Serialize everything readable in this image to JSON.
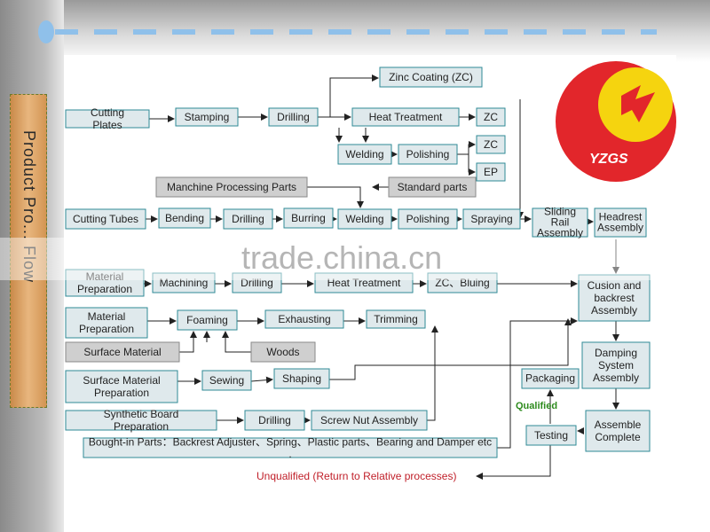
{
  "title": "Product Pro... Flow",
  "logo": {
    "text": "YZGS",
    "colors": {
      "outer": "#e2262b",
      "inner": "#f5d40f",
      "text": "#ffffff"
    }
  },
  "watermark": "trade.china.cn",
  "colors": {
    "node_fill": "#dfe9ec",
    "node_stroke": "#2f8a96",
    "grey_fill": "#cfcfcf",
    "unqualified": "#c0202a",
    "qualified": "#2e8b1e"
  },
  "nodes": [
    {
      "id": "zinc-coating",
      "label": "Zinc Coating (ZC)"
    },
    {
      "id": "cutting-plates",
      "label": "Cutting Plates"
    },
    {
      "id": "stamping",
      "label": "Stamping"
    },
    {
      "id": "drilling-1",
      "label": "Drilling"
    },
    {
      "id": "heat-treatment-1",
      "label": "Heat Treatment"
    },
    {
      "id": "zc-1",
      "label": "ZC"
    },
    {
      "id": "welding-1",
      "label": "Welding"
    },
    {
      "id": "polishing-1",
      "label": "Polishing"
    },
    {
      "id": "zc-2",
      "label": "ZC"
    },
    {
      "id": "ep",
      "label": "EP"
    },
    {
      "id": "machine-processing",
      "label": "Manchine Processing Parts",
      "grey": true
    },
    {
      "id": "standard-parts",
      "label": "Standard parts",
      "grey": true
    },
    {
      "id": "cutting-tubes",
      "label": "Cutting Tubes"
    },
    {
      "id": "bending",
      "label": "Bending"
    },
    {
      "id": "drilling-2",
      "label": "Drilling"
    },
    {
      "id": "burring",
      "label": "Burring"
    },
    {
      "id": "welding-2",
      "label": "Welding"
    },
    {
      "id": "polishing-2",
      "label": "Polishing"
    },
    {
      "id": "spraying",
      "label": "Spraying"
    },
    {
      "id": "sliding-rail",
      "label": "Sliding Rail Assembly"
    },
    {
      "id": "headrest",
      "label": "Headrest Assembly"
    },
    {
      "id": "material-prep-1",
      "label": "Material Preparation"
    },
    {
      "id": "machining",
      "label": "Machining"
    },
    {
      "id": "drilling-3",
      "label": "Drilling"
    },
    {
      "id": "heat-treatment-2",
      "label": "Heat Treatment"
    },
    {
      "id": "zc-bluing",
      "label": "ZC、Bluing"
    },
    {
      "id": "cushion-backrest",
      "label": "Cusion and backrest Assembly"
    },
    {
      "id": "material-prep-2",
      "label": "Material Preparation"
    },
    {
      "id": "foaming",
      "label": "Foaming"
    },
    {
      "id": "exhausting",
      "label": "Exhausting"
    },
    {
      "id": "trimming",
      "label": "Trimming"
    },
    {
      "id": "surface-material",
      "label": "Surface Material",
      "grey": true
    },
    {
      "id": "woods",
      "label": "Woods",
      "grey": true
    },
    {
      "id": "damping-system",
      "label": "Damping System Assembly"
    },
    {
      "id": "surface-material-prep",
      "label": "Surface Material Preparation"
    },
    {
      "id": "sewing",
      "label": "Sewing"
    },
    {
      "id": "shaping",
      "label": "Shaping"
    },
    {
      "id": "packaging",
      "label": "Packaging"
    },
    {
      "id": "synthetic-board",
      "label": "Synthetic Board Preparation"
    },
    {
      "id": "drilling-4",
      "label": "Drilling"
    },
    {
      "id": "screw-nut",
      "label": "Screw Nut Assembly"
    },
    {
      "id": "assemble-complete",
      "label": "Assemble Complete"
    },
    {
      "id": "testing",
      "label": "Testing"
    },
    {
      "id": "bought-in",
      "label": "Bought-in Parts：Backrest Adjuster、Spring、Plastic parts、Bearing and Damper etc ."
    }
  ],
  "annotations": {
    "qualified": "Qualified",
    "unqualified": "Unqualified (Return to Relative processes)"
  }
}
